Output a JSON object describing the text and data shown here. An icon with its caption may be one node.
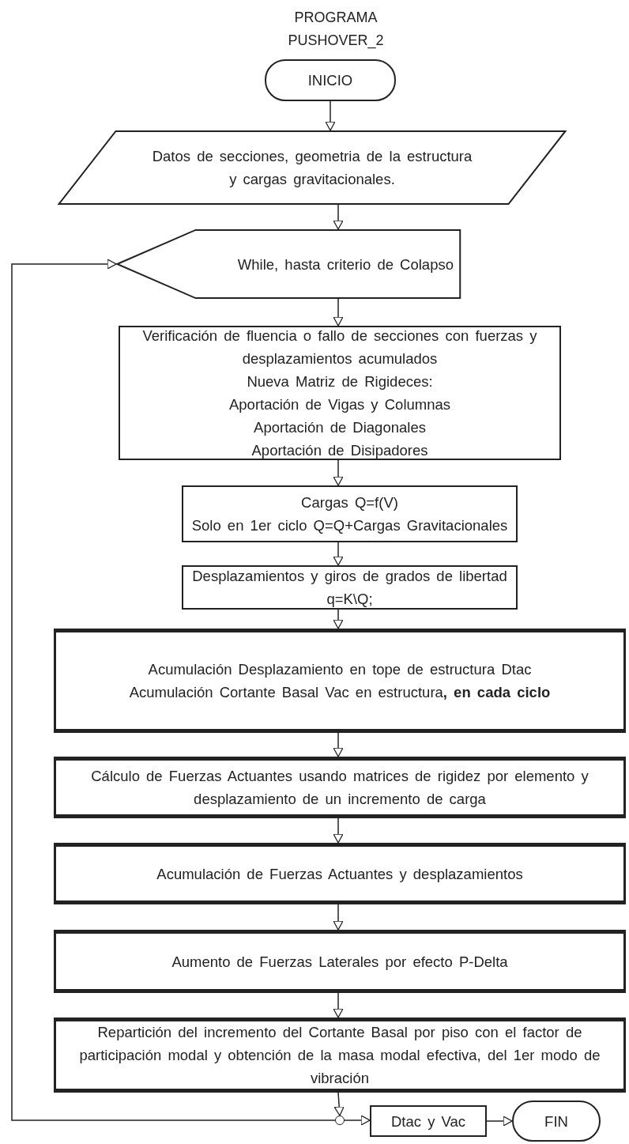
{
  "diagram": {
    "title": "PROGRAMA PUSHOVER_2",
    "nodes": [
      {
        "text": [
          "INICIO"
        ]
      },
      {
        "text": [
          "Datos de secciones, geometria de la estructura y cargas gravitacionales."
        ]
      },
      {
        "text": [
          "While, hasta criterio de Colapso"
        ]
      },
      {
        "text": [
          "Verificación de fluencia o fallo de secciones con fuerzas y desplazamientos acumulados",
          "Nueva Matriz de Rigideces:",
          "Aportación de Vigas y Columnas",
          "Aportación de Diagonales",
          "Aportación de Disipadores"
        ]
      },
      {
        "text": [
          "Cargas Q=f(V)",
          "Solo en 1er ciclo Q=Q+Cargas Gravitacionales"
        ]
      },
      {
        "text": [
          "Desplazamientos y giros de grados de libertad",
          "q=K\\Q;"
        ]
      },
      {
        "text": [
          "Acumulación Desplazamiento en tope de estructura Dtac",
          "Acumulación Cortante Basal Vac en estructura**, en cada ciclo**"
        ]
      },
      {
        "text": [
          "Cálculo de Fuerzas Actuantes usando matrices de rigidez por elemento y desplazamiento de un incremento de carga"
        ]
      },
      {
        "text": [
          "Acumulación de Fuerzas Actuantes y desplazamientos"
        ]
      },
      {
        "text": [
          "Aumento de Fuerzas Laterales por efecto P-Delta"
        ]
      },
      {
        "text": [
          "Repartición del incremento del Cortante Basal por piso con el factor de participación modal y obtención de la masa modal efectiva, del 1er modo de vibración"
        ]
      },
      {
        "text": [],
        "shape": "circle"
      },
      {
        "text": [
          "Dtac y Vac"
        ]
      },
      {
        "text": [
          "FIN"
        ]
      }
    ],
    "edges": [
      {
        "from": 0,
        "to": 1,
        "arrow": "to"
      },
      {
        "from": 1,
        "to": 2,
        "arrow": "to"
      },
      {
        "from": 2,
        "to": 3,
        "arrow": "to"
      },
      {
        "from": 3,
        "to": 4,
        "arrow": "to"
      },
      {
        "from": 4,
        "to": 5,
        "arrow": "to"
      },
      {
        "from": 5,
        "to": 6,
        "arrow": "to"
      },
      {
        "from": 6,
        "to": 7,
        "arrow": "to"
      },
      {
        "from": 7,
        "to": 8,
        "arrow": "to"
      },
      {
        "from": 8,
        "to": 9,
        "arrow": "to"
      },
      {
        "from": 9,
        "to": 10,
        "arrow": "to"
      },
      {
        "from": 10,
        "to": 11,
        "arrow": "to"
      },
      {
        "from": 11,
        "to": 2,
        "arrow": "to"
      },
      {
        "from": 11,
        "to": 12,
        "arrow": "to"
      },
      {
        "from": 12,
        "to": 13,
        "arrow": "to"
      }
    ]
  }
}
